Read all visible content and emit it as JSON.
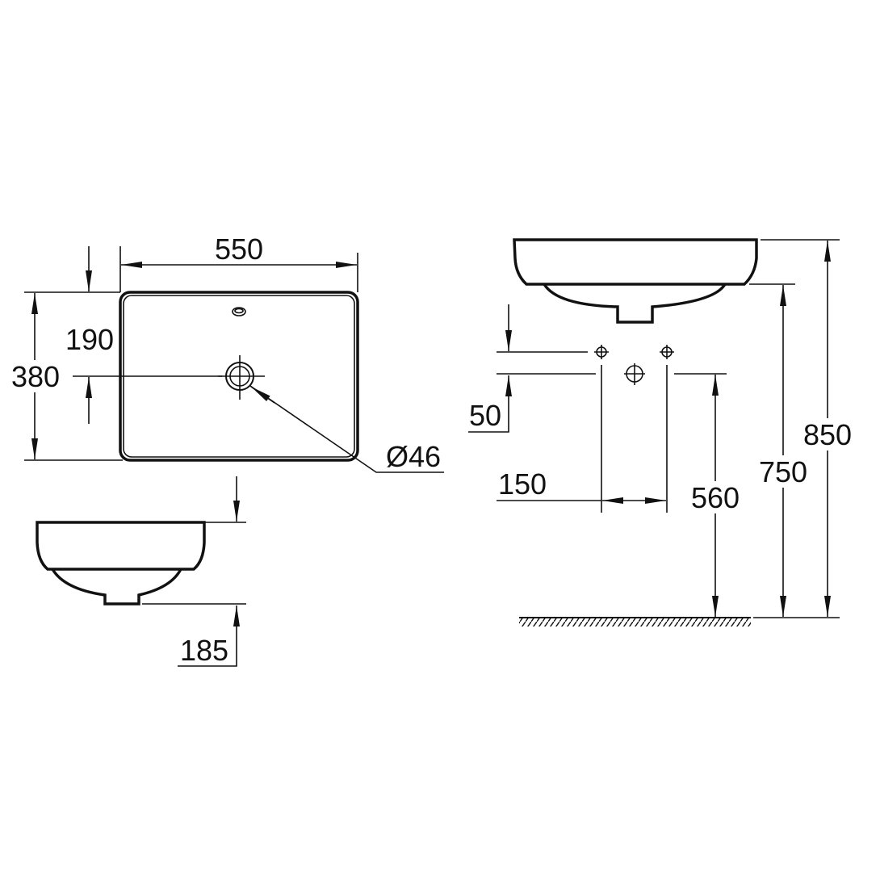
{
  "colors": {
    "line": "#111111",
    "background": "#ffffff"
  },
  "top_view": {
    "width": "550",
    "depth": "380",
    "drain_offset": "190",
    "drain_diameter": "Ø46"
  },
  "side_view": {
    "height": "185"
  },
  "installation_view": {
    "tap_hole_offset": "50",
    "tap_hole_spacing": "150",
    "waste_height": "560",
    "bowl_bottom_height": "750",
    "rim_height": "850"
  }
}
